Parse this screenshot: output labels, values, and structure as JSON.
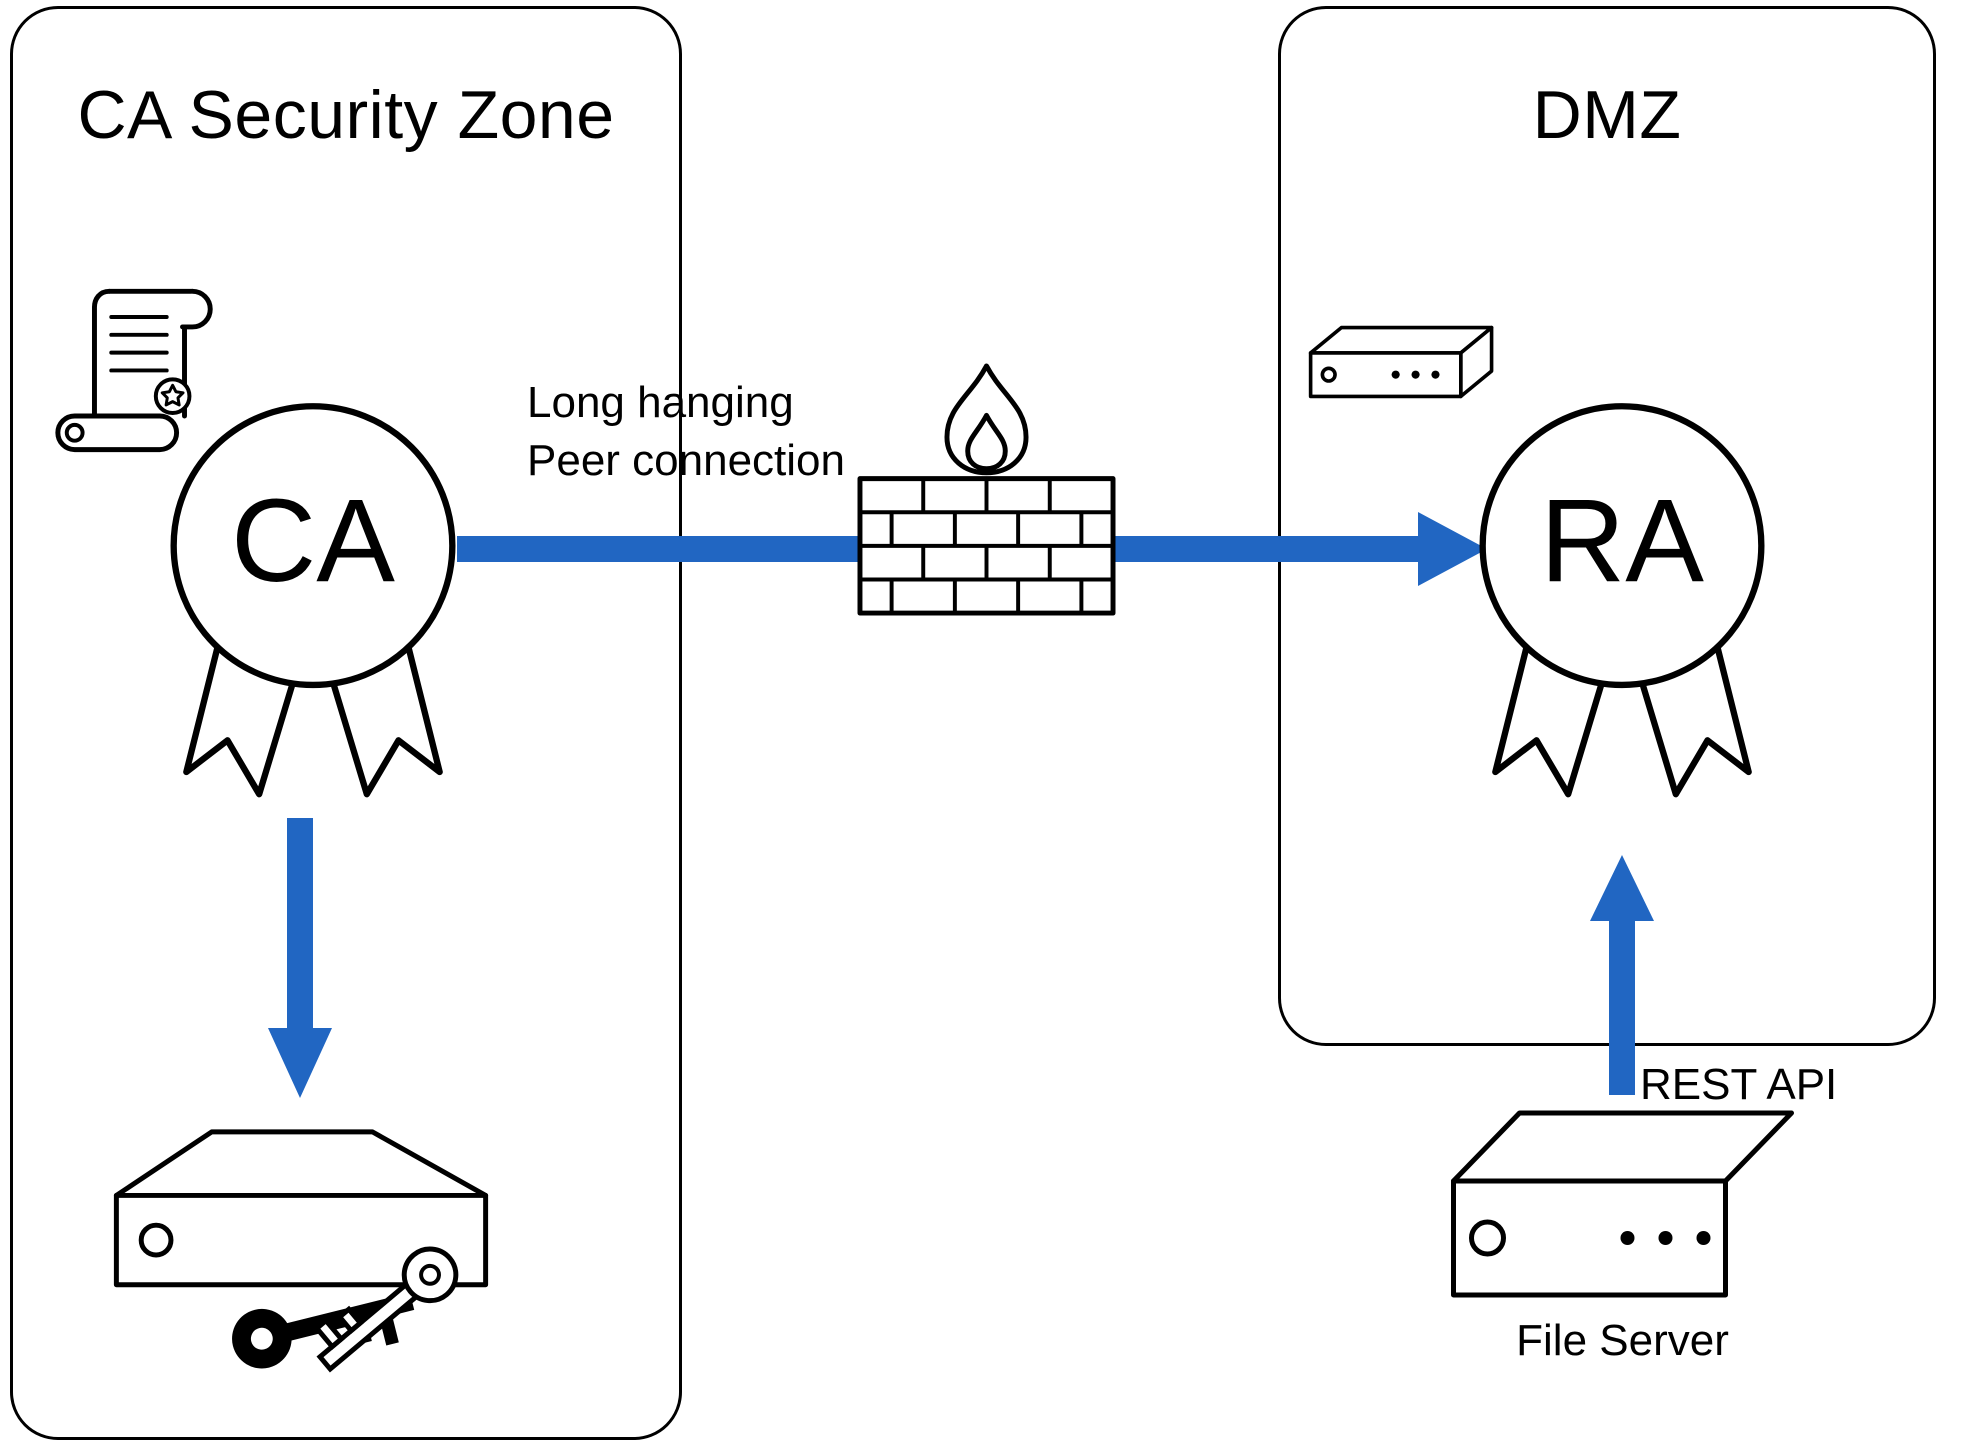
{
  "colors": {
    "arrow": "#2166c2",
    "stroke": "#000000",
    "background": "#ffffff"
  },
  "zones": {
    "ca": {
      "title": "CA Security Zone"
    },
    "dmz": {
      "title": "DMZ"
    }
  },
  "nodes": {
    "ca": {
      "label": "CA"
    },
    "ra": {
      "label": "RA"
    },
    "file_server": {
      "label": "File Server"
    }
  },
  "edges": {
    "peer": {
      "label": "Long hanging\nPeer connection"
    },
    "rest": {
      "label": "REST API"
    }
  },
  "icons": {
    "certificate": "certificate-scroll-icon",
    "ca_badge": "award-ribbon-icon",
    "ra_badge": "award-ribbon-icon",
    "firewall": "firewall-icon",
    "dmz_server": "server-icon",
    "hsm": "hsm-server-icon",
    "keys": "keys-icon",
    "file_server": "file-server-icon"
  }
}
